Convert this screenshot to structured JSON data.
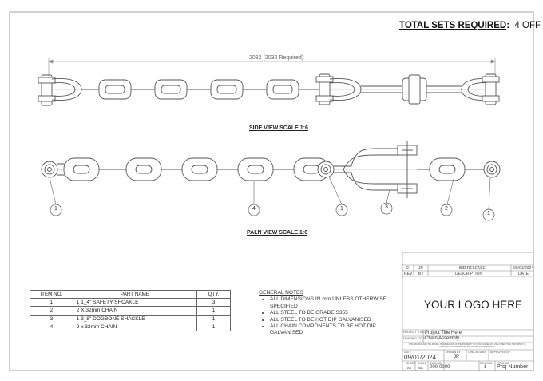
{
  "header": {
    "total_label": "TOTAL SETS REQUIRED",
    "total_colon": ":",
    "total_value": "4 OFF"
  },
  "views": {
    "side_title": "SIDE VIEW SCALE 1:6",
    "plan_title": "PALN VIEW SCALE 1:6",
    "dimension_text": "2032 (2032 Required)"
  },
  "balloons": [
    "1",
    "4",
    "1",
    "3",
    "2",
    "1"
  ],
  "bom": {
    "headers": [
      "ITEM NO.",
      "PART NAME",
      "QTY."
    ],
    "rows": [
      [
        "1",
        "1 1_4\" SAFETY SHCAKLE",
        "3"
      ],
      [
        "2",
        "2 X 32mm CHAIN",
        "1"
      ],
      [
        "3",
        "1 3_8\" DOGBONE SHACKLE",
        "1"
      ],
      [
        "4",
        "9 x 32mm CHAIN",
        "1"
      ]
    ]
  },
  "notes": {
    "title": "GENERAL NOTES",
    "items": [
      "ALL DIMENSIONS IN mm UNLESS OTHERWISE SPECIFIED",
      "ALL STEEL TO BE GRADE S355",
      "ALL STEEL TO  BE HOT DIP GALVANISED",
      "ALL CHAIN COMPONENTS TO BE HOT DIP GALVANISED"
    ]
  },
  "title_block": {
    "rev_row": {
      "rev": "0",
      "by": "JP",
      "description": "BID RELEASE",
      "date": "09/01/2024"
    },
    "rev_headers": {
      "rev": "REV",
      "by": "BY",
      "description": "DESCRIPTION",
      "date": "DATE"
    },
    "logo": "YOUR LOGO HERE",
    "project_label": "PROJECT TITLE",
    "project_value": "Project Title Here",
    "drawing_label": "DRAWING TITLE",
    "drawing_value": "Chain Assembly",
    "disclaimer": "THIS DRAWING AND THE DESIGN IT REPRESENTS IS THE PROPERTY OF [YOUR NAME]. ANY USE OTHER THAN THAT WHICH IS EXPRESSLY AUTHORISED BY [YOUR NAME] IS PROHIBITED.",
    "date_label": "DATE",
    "drawn_label": "DRAWN BY",
    "checked_label": "CHECKED BY",
    "approved_label": "APPROVED BY",
    "date_value": "09/01/2024",
    "drawn_value": "JP",
    "sheet_label": "SHEET",
    "sheet_value": "A3",
    "scale_label": "SCALE",
    "scale_value": "N/A",
    "dwg_label": "DWG NO.",
    "dwg_value": "000-0000",
    "revision_label": "REVISION",
    "revision_value": "1",
    "projno_label": "PROJ NO",
    "projno_value": "Proj Number"
  }
}
